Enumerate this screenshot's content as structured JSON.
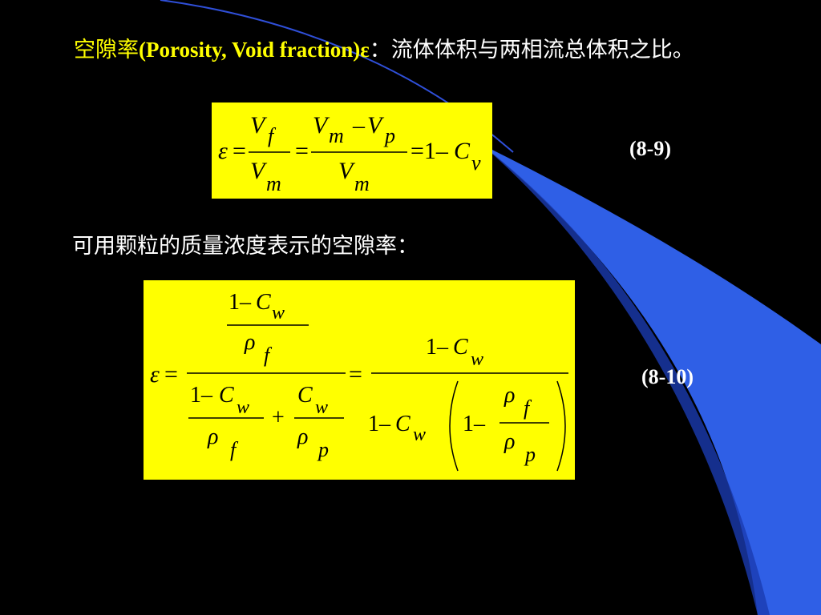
{
  "intro": {
    "term": "空隙率",
    "term_en": "(Porosity,  Void  fraction)ε",
    "colon": "：",
    "definition": "流体体积与两相流总体积之比。"
  },
  "line2": {
    "text": "可用颗粒的质量浓度表示的空隙率："
  },
  "equations": [
    {
      "number": "(8-9)"
    },
    {
      "number": "(8-10)"
    }
  ],
  "colors": {
    "background": "#000000",
    "accent_blue": "#2d5be8",
    "highlight": "#ffff00",
    "term_color": "#ffff00"
  }
}
